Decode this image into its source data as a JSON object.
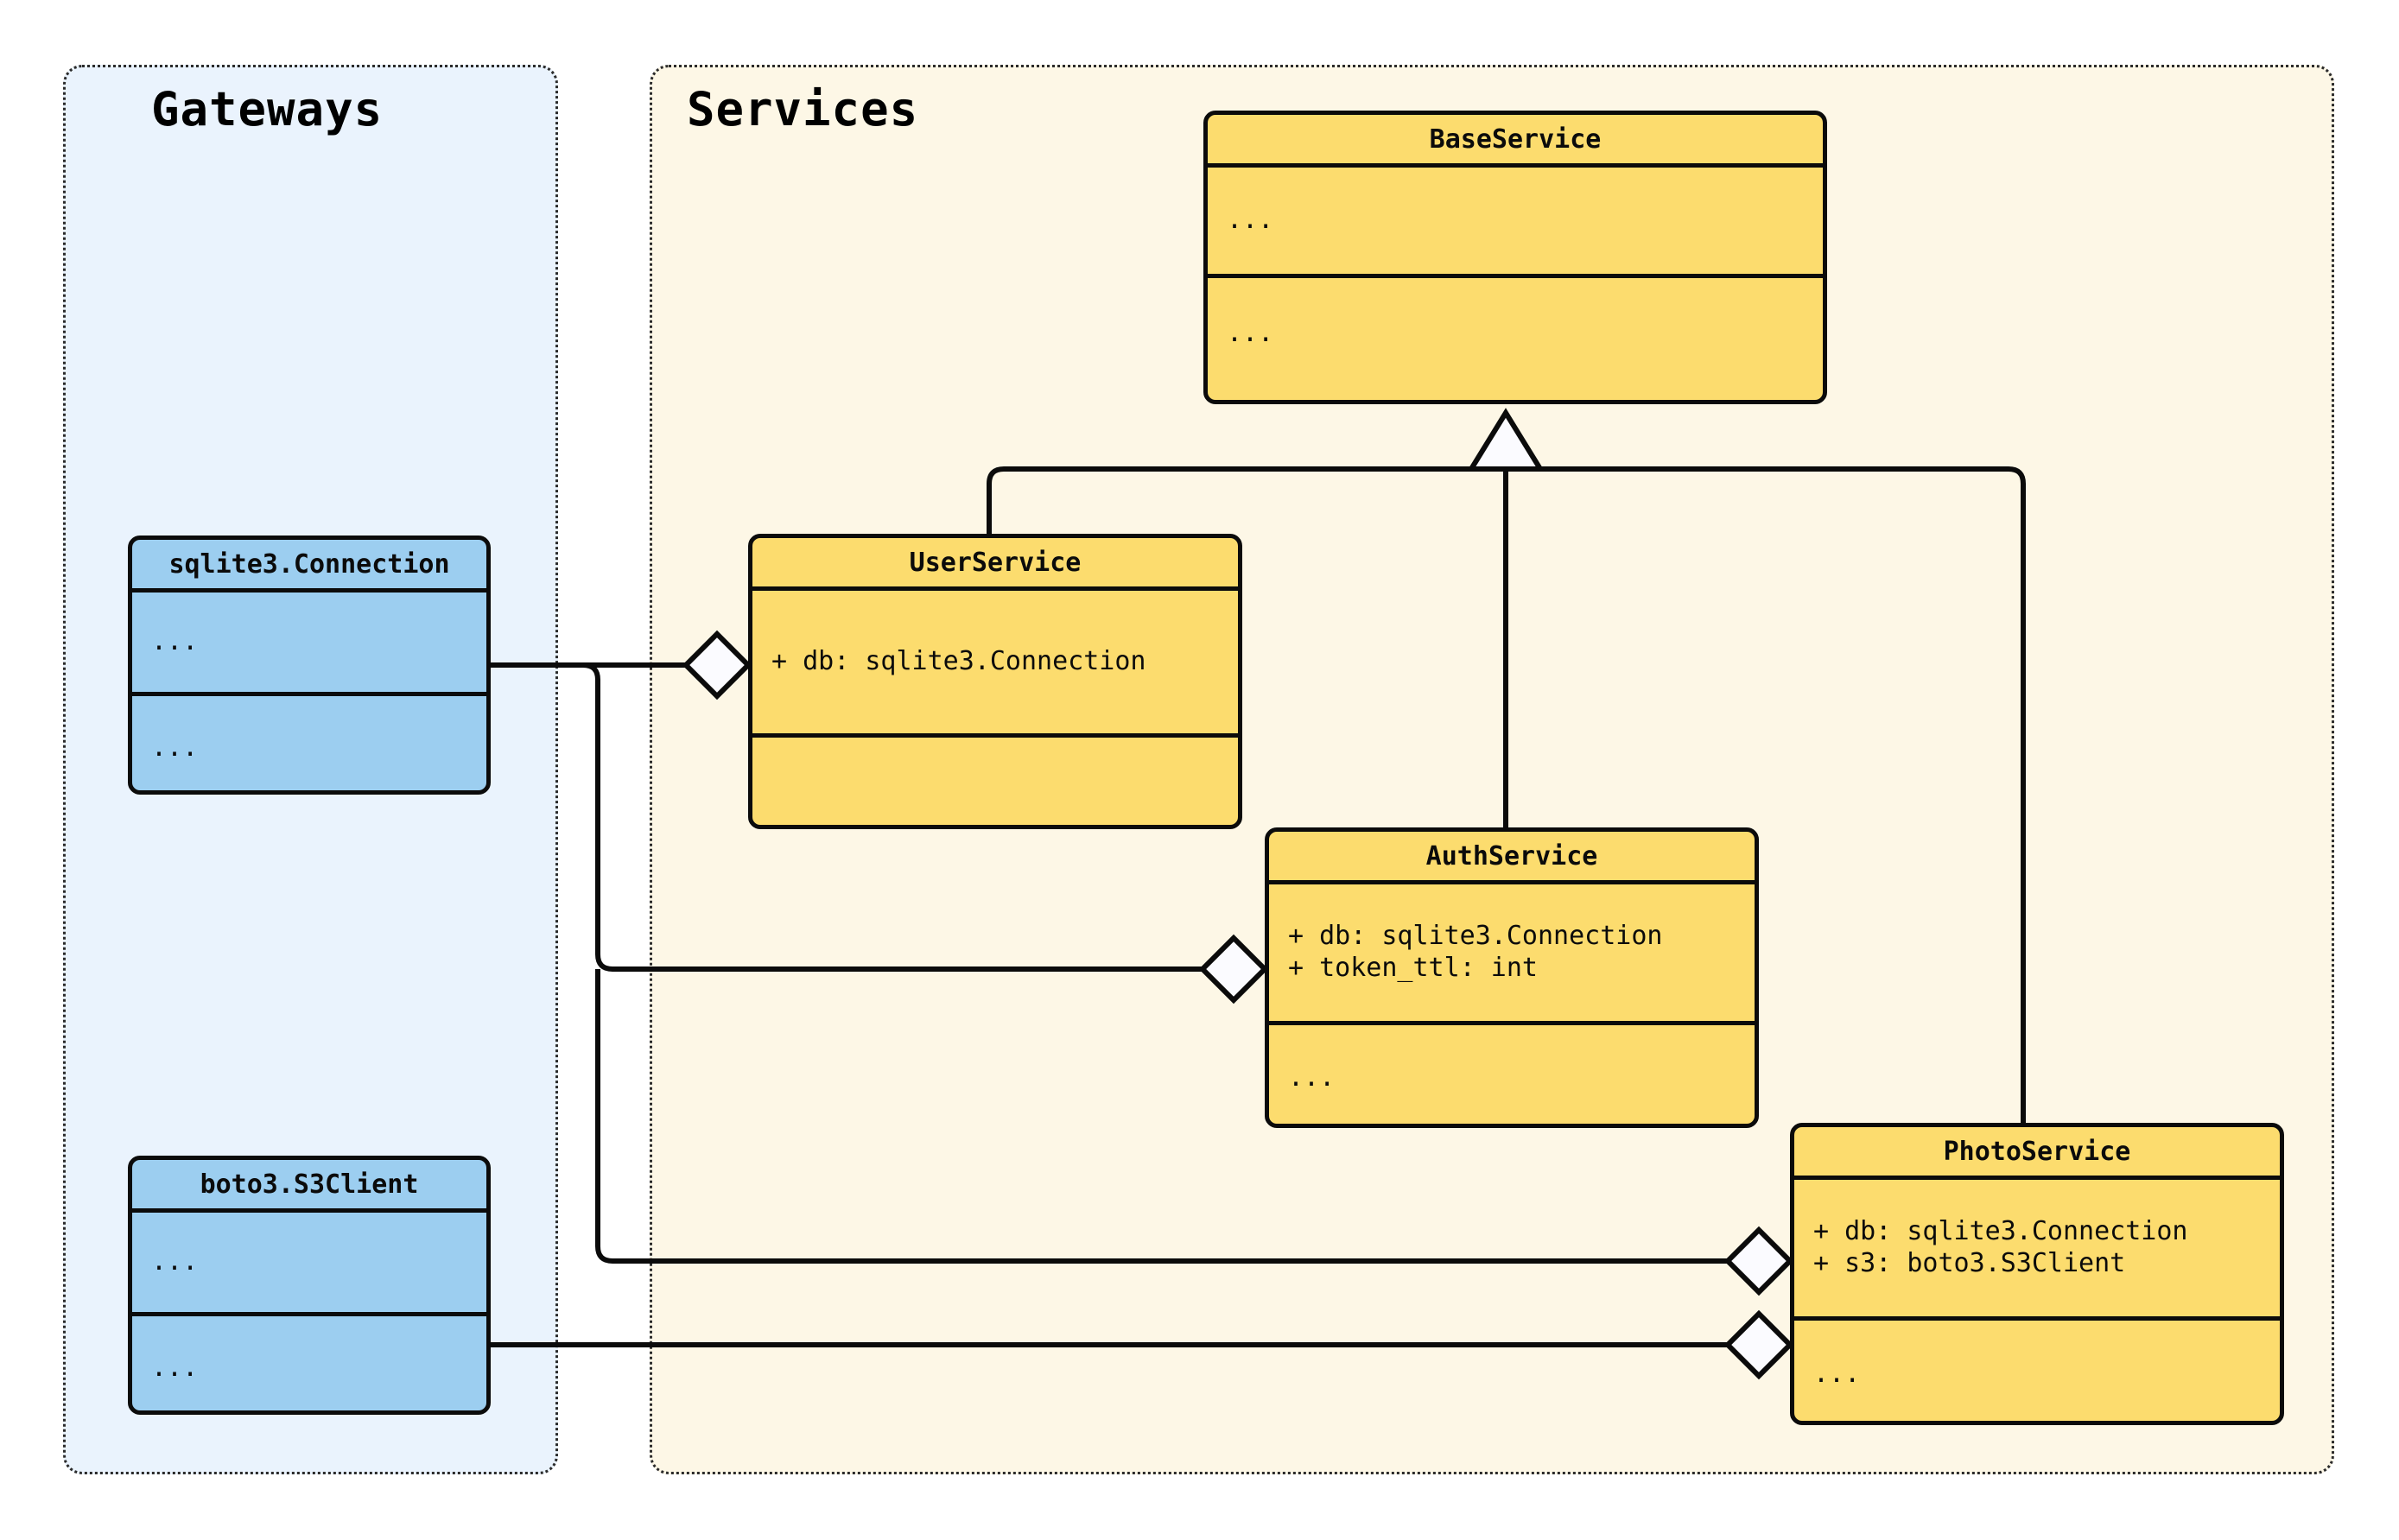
{
  "diagram": {
    "kind": "uml-class-diagram",
    "colors": {
      "gateway_panel_bg": "#eaf3fd",
      "service_panel_bg": "#fdf7e6",
      "gateway_class_fill": "#9ccef0",
      "service_class_fill": "#fcdc6e",
      "stroke": "#0b0b0b",
      "marker_fill": "#ffffff"
    }
  },
  "panels": [
    {
      "id": "gateways",
      "title": "Gateways"
    },
    {
      "id": "services",
      "title": "Services"
    }
  ],
  "classes": {
    "baseservice": {
      "name": "BaseService",
      "attributes": [
        "..."
      ],
      "methods": [
        "..."
      ]
    },
    "userservice": {
      "name": "UserService",
      "attributes": [
        "+ db: sqlite3.Connection"
      ],
      "methods": [
        ""
      ]
    },
    "authservice": {
      "name": "AuthService",
      "attributes": [
        "+ db: sqlite3.Connection",
        "+ token_ttl: int"
      ],
      "methods": [
        "..."
      ]
    },
    "photoservice": {
      "name": "PhotoService",
      "attributes": [
        "+ db: sqlite3.Connection",
        "+ s3: boto3.S3Client"
      ],
      "methods": [
        "..."
      ]
    },
    "sqlite": {
      "name": "sqlite3.Connection",
      "attributes": [
        "..."
      ],
      "methods": [
        "..."
      ]
    },
    "boto3": {
      "name": "boto3.S3Client",
      "attributes": [
        "..."
      ],
      "methods": [
        "..."
      ]
    }
  },
  "relations": [
    {
      "type": "inheritance",
      "from": "UserService",
      "to": "BaseService"
    },
    {
      "type": "inheritance",
      "from": "AuthService",
      "to": "BaseService"
    },
    {
      "type": "inheritance",
      "from": "PhotoService",
      "to": "BaseService"
    },
    {
      "type": "aggregation",
      "from": "sqlite3.Connection",
      "to": "UserService"
    },
    {
      "type": "aggregation",
      "from": "sqlite3.Connection",
      "to": "AuthService"
    },
    {
      "type": "aggregation",
      "from": "sqlite3.Connection",
      "to": "PhotoService"
    },
    {
      "type": "aggregation",
      "from": "boto3.S3Client",
      "to": "PhotoService"
    }
  ]
}
